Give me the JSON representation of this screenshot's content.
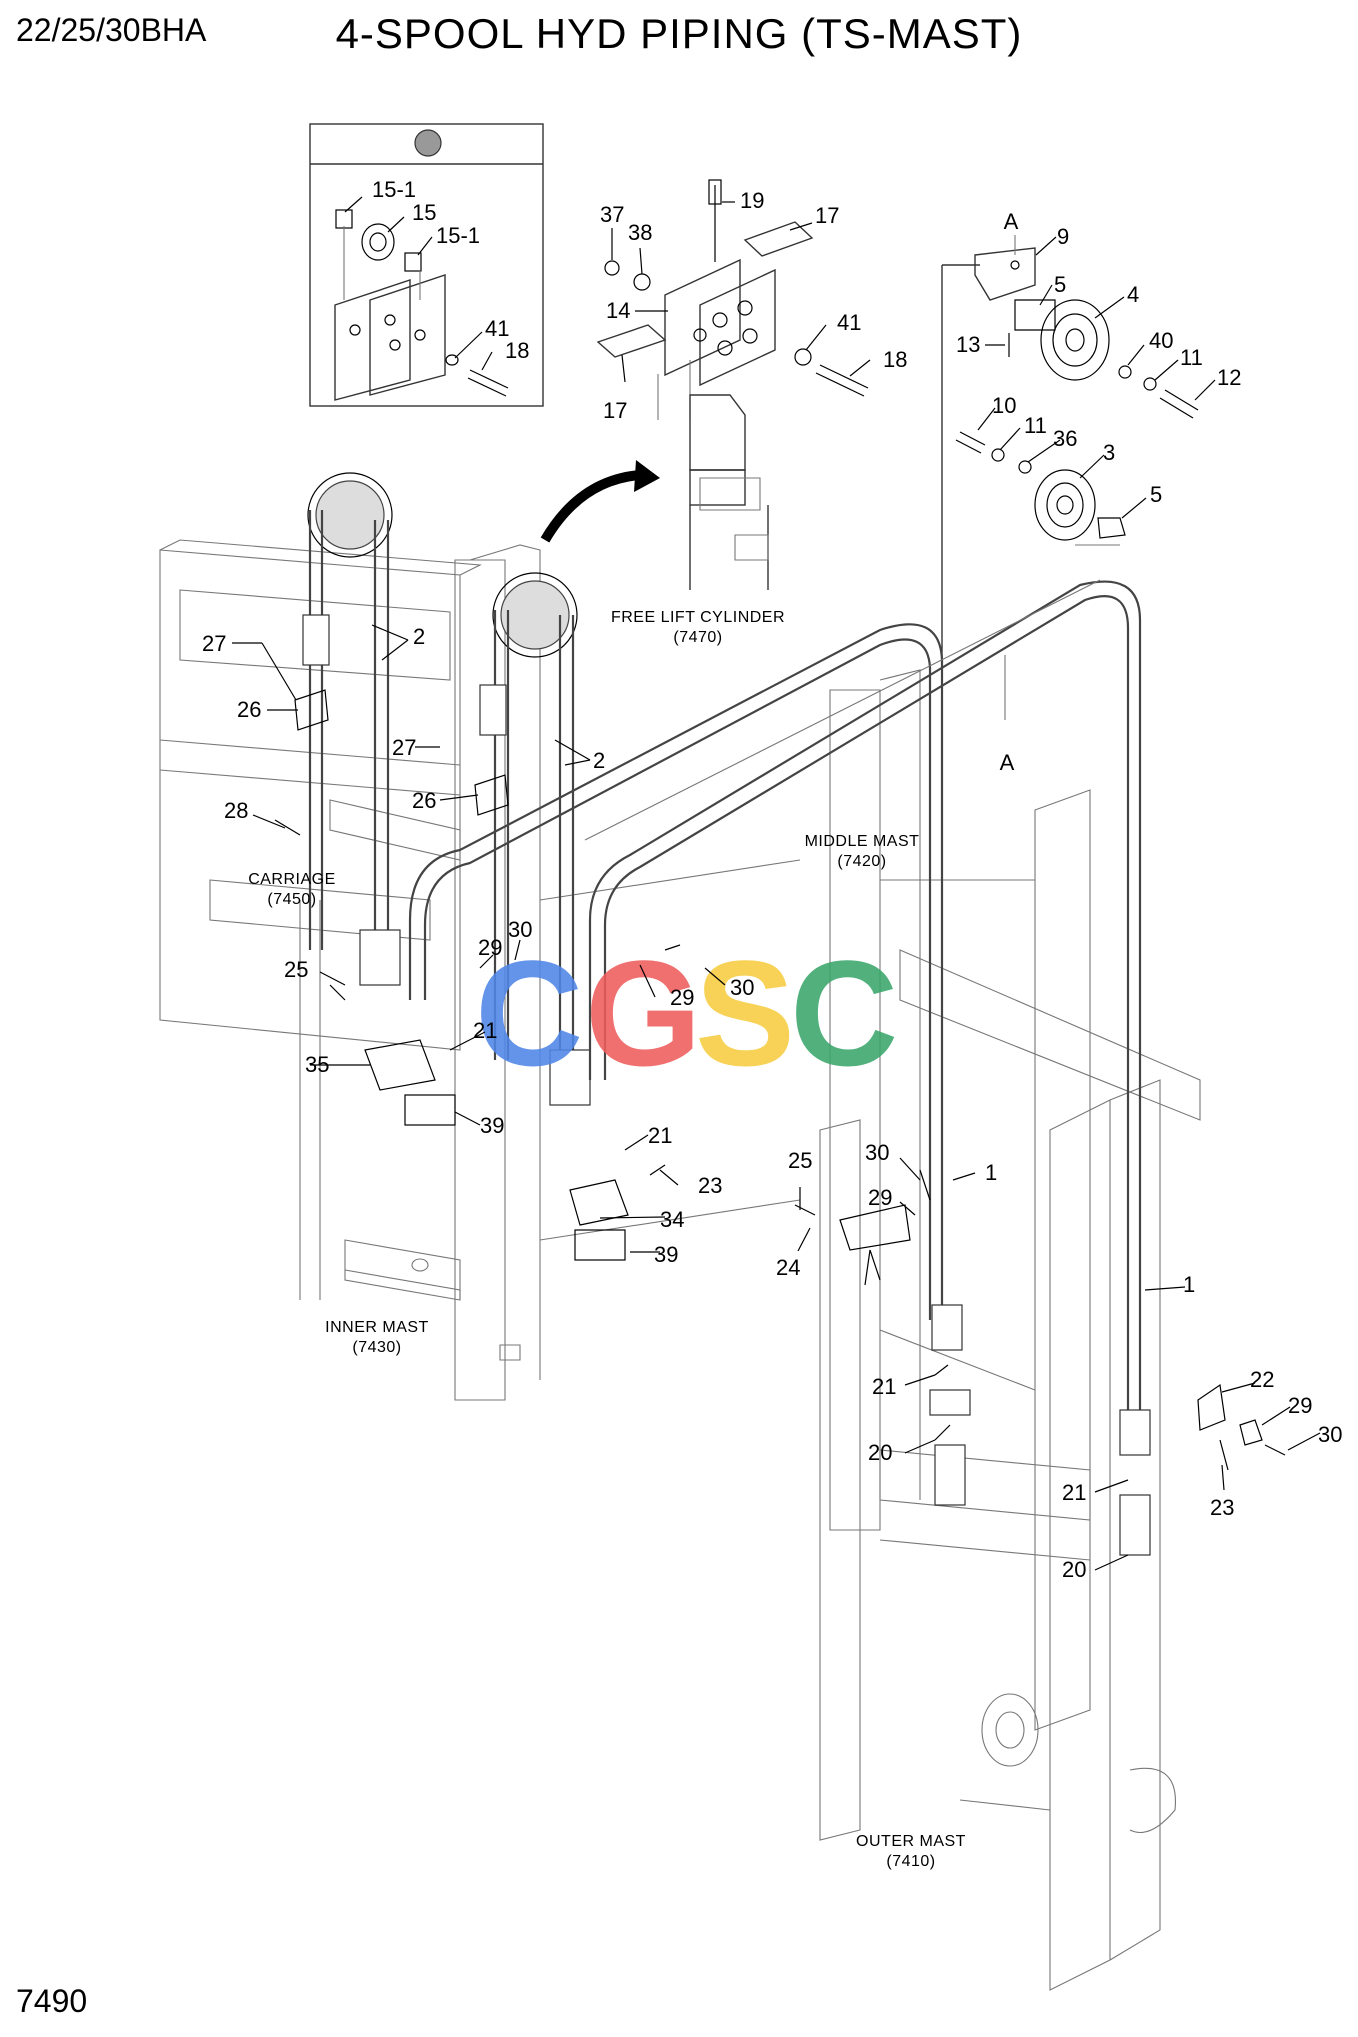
{
  "header": {
    "model": "22/25/30BHA",
    "title": "4-SPOOL HYD PIPING (TS-MAST)"
  },
  "footer": {
    "page_number": "7490"
  },
  "assembly_labels": {
    "free_lift_cylinder": "FREE LIFT CYLINDER",
    "free_lift_cylinder_code": "(7470)",
    "middle_mast": "MIDDLE MAST",
    "middle_mast_code": "(7420)",
    "carriage": "CARRIAGE",
    "carriage_code": "(7450)",
    "inner_mast": "INNER MAST",
    "inner_mast_code": "(7430)",
    "outer_mast": "OUTER MAST",
    "outer_mast_code": "(7410)"
  },
  "detail_markers": {
    "a_top": "A",
    "a_bottom": "A"
  },
  "callouts": {
    "c15_1a": "15-1",
    "c15": "15",
    "c15_1b": "15-1",
    "c41a": "41",
    "c18a": "18",
    "c37": "37",
    "c38": "38",
    "c19": "19",
    "c17a": "17",
    "c14": "14",
    "c41b": "41",
    "c18b": "18",
    "c17b": "17",
    "c9": "9",
    "c5a": "5",
    "c4": "4",
    "c13": "13",
    "c40": "40",
    "c11a": "11",
    "c12": "12",
    "c10": "10",
    "c11b": "11",
    "c36": "36",
    "c3": "3",
    "c5b": "5",
    "c2a": "2",
    "c2b": "2",
    "c27a": "27",
    "c26a": "26",
    "c27b": "27",
    "c26b": "26",
    "c28": "28",
    "c29a": "29",
    "c30a": "30",
    "c25a": "25",
    "c21a": "21",
    "c35": "35",
    "c39a": "39",
    "c29b": "29",
    "c30b": "30",
    "c21b": "21",
    "c23a": "23",
    "c34": "34",
    "c39b": "39",
    "c25b": "25",
    "c30c": "30",
    "c29c": "29",
    "c1a": "1",
    "c24": "24",
    "c1b": "1",
    "c22": "22",
    "c29d": "29",
    "c30d": "30",
    "c23b": "23",
    "c21c": "21",
    "c20a": "20",
    "c21d": "21",
    "c20b": "20"
  },
  "watermark": {
    "letters": [
      "C",
      "G",
      "S",
      "C"
    ],
    "colors": [
      "#4f86e8",
      "#ee5d5d",
      "#f7cc3f",
      "#3aa66a"
    ]
  }
}
